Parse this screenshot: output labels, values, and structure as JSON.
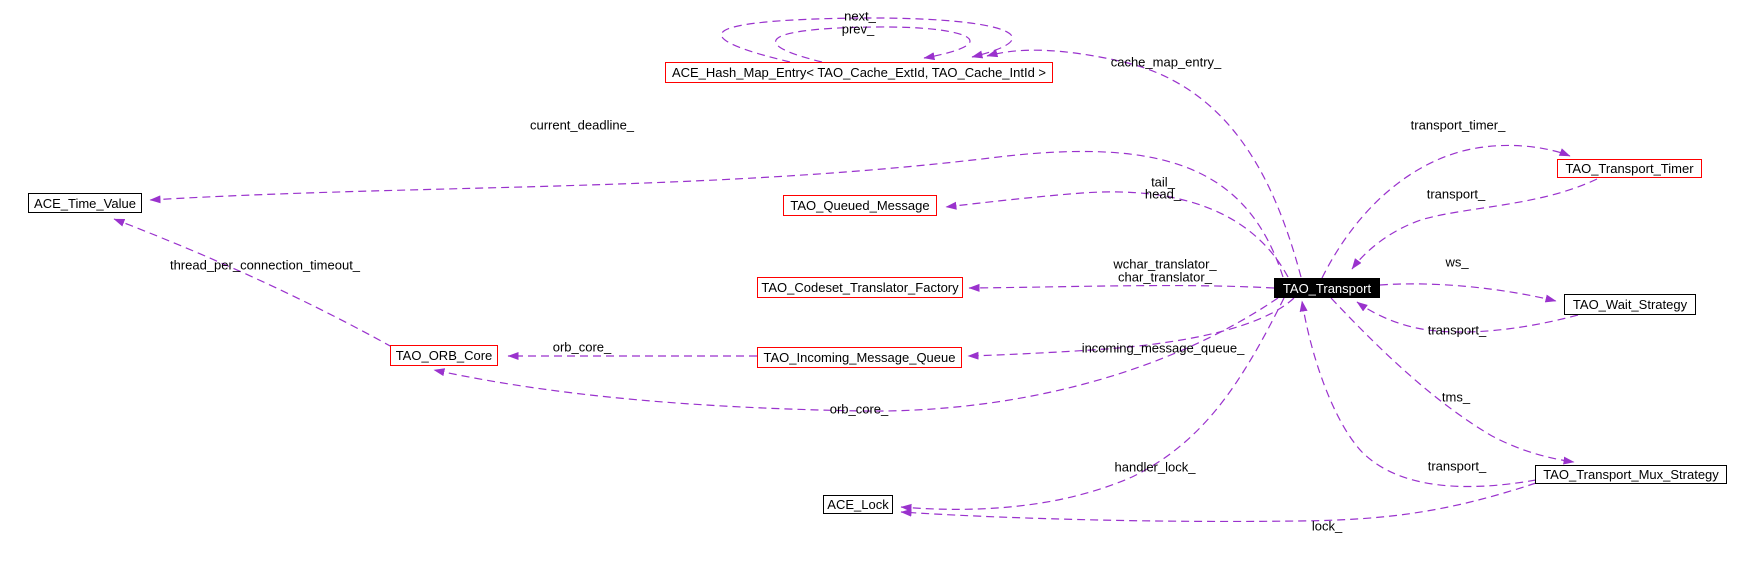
{
  "diagram": {
    "title": "TAO_Transport collaboration graph",
    "kind": "doxygen-collaboration-graph",
    "colors": {
      "background": "#ffffff",
      "edge": "#9a32cd",
      "node_border_black": "#000000",
      "node_border_red": "#ff0000",
      "current_node_fill": "#000000",
      "current_node_text": "#ffffff"
    },
    "nodes": [
      {
        "id": "hash-map-entry",
        "label": "ACE_Hash_Map_Entry< TAO_Cache_ExtId, TAO_Cache_IntId >",
        "border": "#ff0000"
      },
      {
        "id": "ace-time-value",
        "label": "ACE_Time_Value",
        "border": "#000000"
      },
      {
        "id": "tao-queued-message",
        "label": "TAO_Queued_Message",
        "border": "#ff0000"
      },
      {
        "id": "tao-codeset-translator-factory",
        "label": "TAO_Codeset_Translator_Factory",
        "border": "#ff0000"
      },
      {
        "id": "tao-transport",
        "label": "TAO_Transport",
        "border": "#000000",
        "current": true
      },
      {
        "id": "tao-orb-core",
        "label": "TAO_ORB_Core",
        "border": "#ff0000"
      },
      {
        "id": "tao-incoming-message-queue",
        "label": "TAO_Incoming_Message_Queue",
        "border": "#ff0000"
      },
      {
        "id": "tao-transport-timer",
        "label": "TAO_Transport_Timer",
        "border": "#ff0000"
      },
      {
        "id": "tao-wait-strategy",
        "label": "TAO_Wait_Strategy",
        "border": "#000000"
      },
      {
        "id": "tao-transport-mux-strategy",
        "label": "TAO_Transport_Mux_Strategy",
        "border": "#000000"
      },
      {
        "id": "ace-lock",
        "label": "ACE_Lock",
        "border": "#000000"
      }
    ],
    "edge_labels": [
      {
        "text": "next_"
      },
      {
        "text": "prev_"
      },
      {
        "text": "cache_map_entry_"
      },
      {
        "text": "current_deadline_"
      },
      {
        "text": "transport_timer_"
      },
      {
        "text": "tail_"
      },
      {
        "text": "head_"
      },
      {
        "text": "transport_"
      },
      {
        "text": "thread_per_connection_timeout_"
      },
      {
        "text": "wchar_translator_"
      },
      {
        "text": "char_translator_"
      },
      {
        "text": "ws_"
      },
      {
        "text": "transport_"
      },
      {
        "text": "orb_core_"
      },
      {
        "text": "incoming_message_queue_"
      },
      {
        "text": "orb_core_"
      },
      {
        "text": "tms_"
      },
      {
        "text": "handler_lock_"
      },
      {
        "text": "transport_"
      },
      {
        "text": "lock_"
      }
    ]
  }
}
